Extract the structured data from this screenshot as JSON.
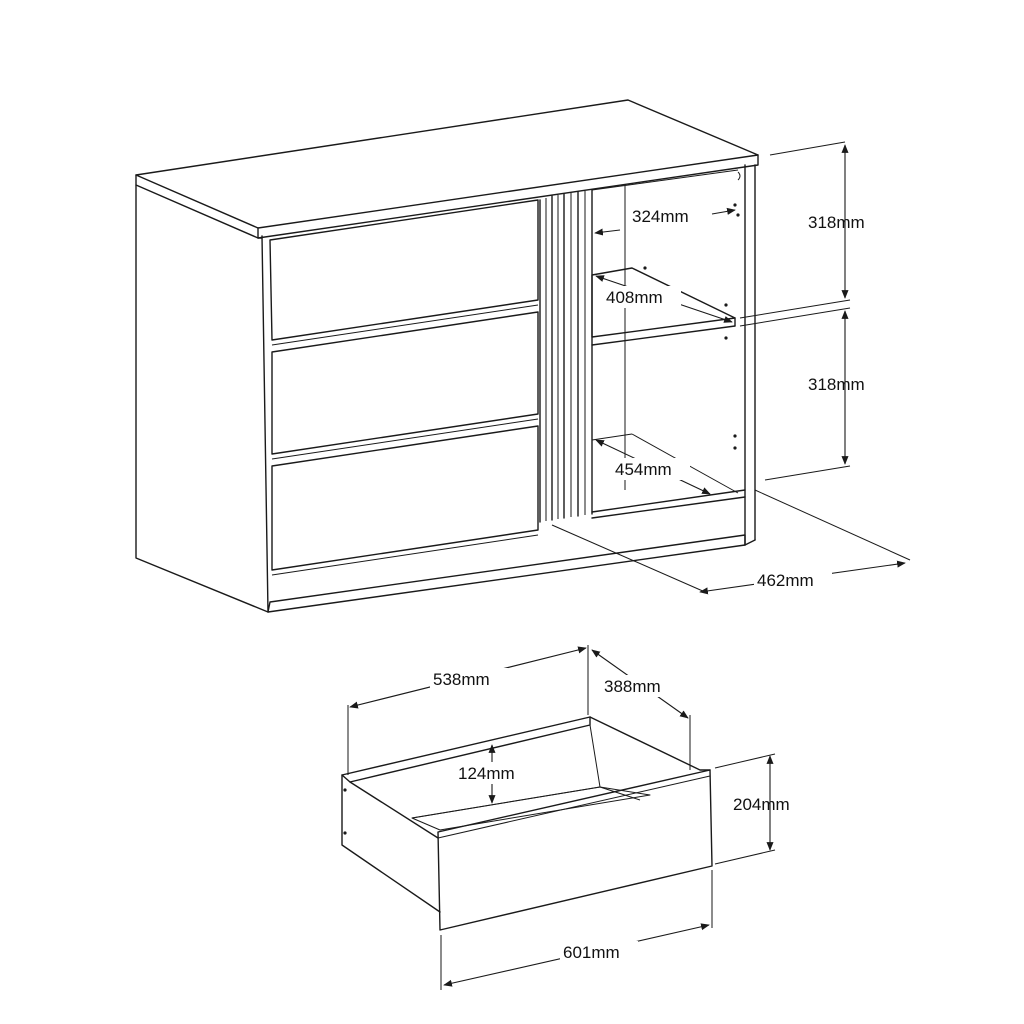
{
  "cabinet": {
    "dims": {
      "shelf_top_height": "318mm",
      "shelf_bottom_height": "318mm",
      "inner_width_top": "324mm",
      "shelf_depth": "408mm",
      "inner_depth_bottom": "454mm",
      "overall_depth": "462mm"
    }
  },
  "drawer": {
    "dims": {
      "inner_width": "538mm",
      "inner_depth": "388mm",
      "inner_height": "124mm",
      "front_height": "204mm",
      "front_width": "601mm"
    }
  }
}
